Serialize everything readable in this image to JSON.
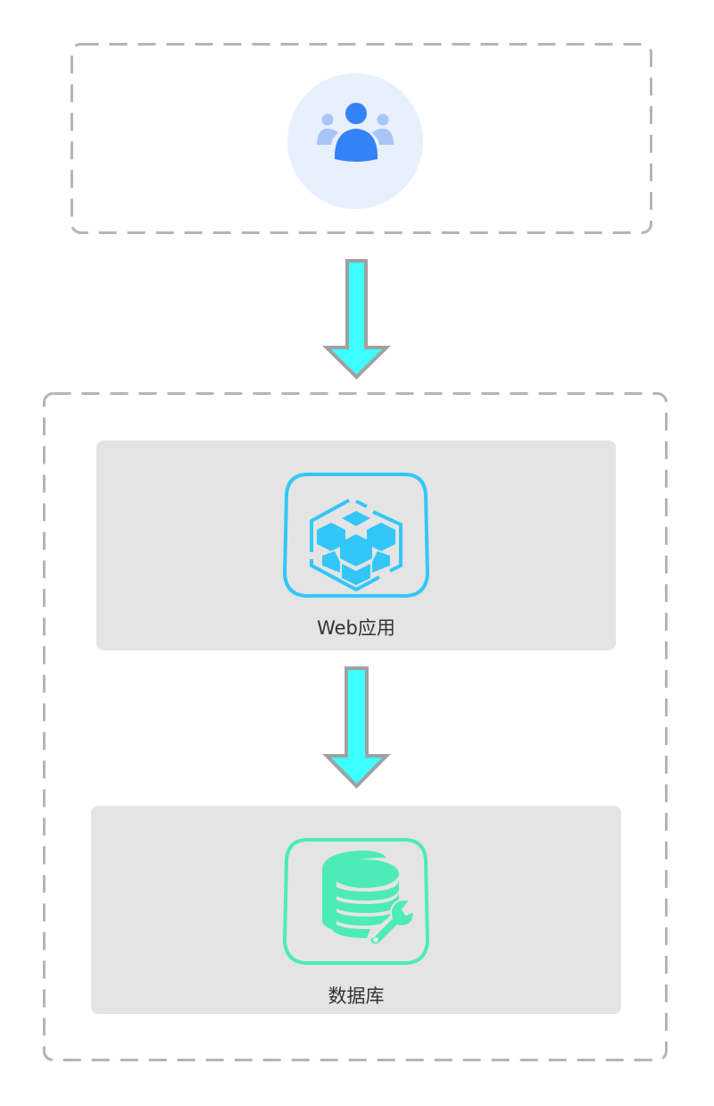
{
  "diagram": {
    "title": "",
    "groups": [
      {
        "id": "users",
        "label": "",
        "border_style": "dashed"
      },
      {
        "id": "application",
        "label": "",
        "border_style": "dashed"
      }
    ],
    "nodes": [
      {
        "id": "users",
        "label": "",
        "icon": "users-icon",
        "group": "users"
      },
      {
        "id": "web-app",
        "label": "Web应用",
        "icon": "web-app-cube-icon",
        "group": "application"
      },
      {
        "id": "database",
        "label": "数据库",
        "icon": "database-wrench-icon",
        "group": "application"
      }
    ],
    "edges": [
      {
        "from": "users",
        "to": "web-app",
        "direction": "down"
      },
      {
        "from": "web-app",
        "to": "database",
        "direction": "down"
      }
    ]
  },
  "colors": {
    "group_border": "#b5b5b5",
    "node_background": "#e4e4e4",
    "users_primary": "#3481f8",
    "users_secondary": "#a9c5f7",
    "users_bg": "#e8f0fe",
    "web_app_accent": "#33c7f9",
    "database_accent": "#4debb8",
    "arrow_fill": "#3dffff",
    "arrow_stroke": "#a0a0a0",
    "label_text": "#333333"
  }
}
